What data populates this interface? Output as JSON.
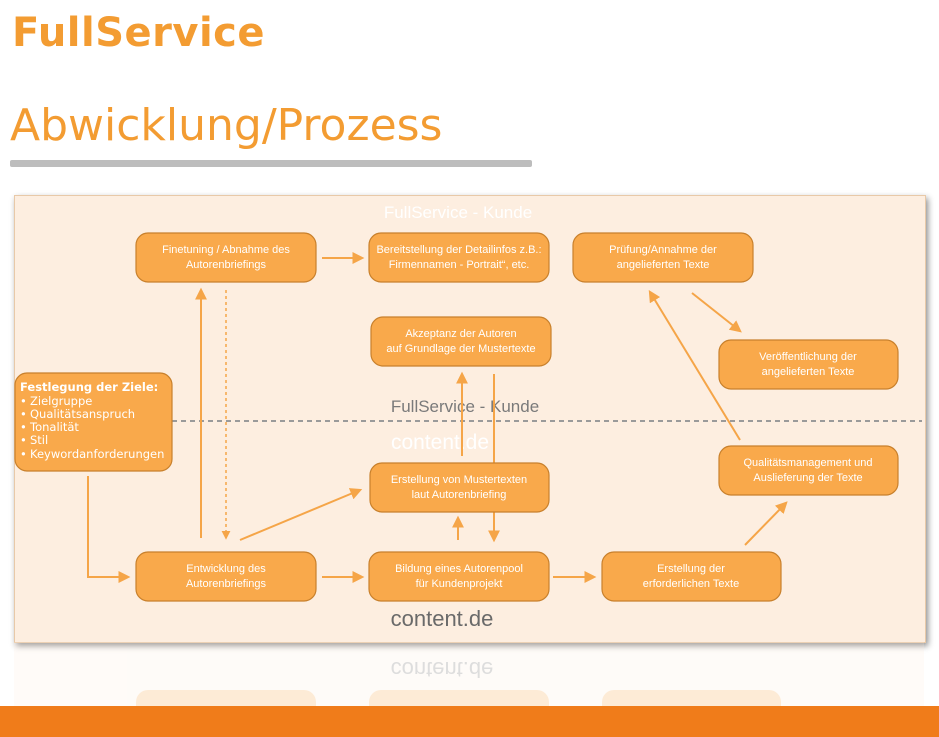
{
  "header": {
    "title": "FullService",
    "subtitle": "Abwicklung/Prozess"
  },
  "diagram": {
    "top_label": "FullService - Kunde",
    "divider_label_top": "FullService - Kunde",
    "divider_label_bottom": "content.de",
    "bottom_label": "content.de",
    "colors": {
      "node_fill": "#f9a94b",
      "node_border": "#c8802c",
      "arrow": "#f5a548",
      "panel": "#fdeee0"
    },
    "nodes": [
      {
        "id": "finetuning",
        "lines": [
          "Finetuning / Abnahme des",
          "Autorenbriefings"
        ]
      },
      {
        "id": "bereitstellung",
        "lines": [
          "Bereitstellung der Detailinfos z.B.:",
          "Firmennamen - Portrait“, etc."
        ]
      },
      {
        "id": "pruefung",
        "lines": [
          "Prüfung/Annahme der",
          "angelieferten Texte"
        ]
      },
      {
        "id": "akzeptanz",
        "lines": [
          "Akzeptanz der Autoren",
          "auf Grundlage der Mustertexte"
        ]
      },
      {
        "id": "veroeffentlichung",
        "lines": [
          "Veröffentlichung der",
          "angelieferten Texte"
        ]
      },
      {
        "id": "qualitaet",
        "lines": [
          "Qualitätsmanagement und",
          "Auslieferung der Texte"
        ]
      },
      {
        "id": "mustertexte",
        "lines": [
          "Erstellung von Mustertexten",
          "laut Autorenbriefing"
        ]
      },
      {
        "id": "entwicklung",
        "lines": [
          "Entwicklung des",
          "Autorenbriefings"
        ]
      },
      {
        "id": "autorenpool",
        "lines": [
          "Bildung eines Autorenpool",
          "für Kundenprojekt"
        ]
      },
      {
        "id": "erstellung",
        "lines": [
          "Erstellung der",
          "erforderlichen Texte"
        ]
      }
    ],
    "goals": {
      "heading": "Festlegung der Ziele:",
      "items": [
        "Zielgruppe",
        "Qualitätsanspruch",
        "Tonalität",
        "Stil",
        "Keywordanforderungen"
      ]
    }
  }
}
